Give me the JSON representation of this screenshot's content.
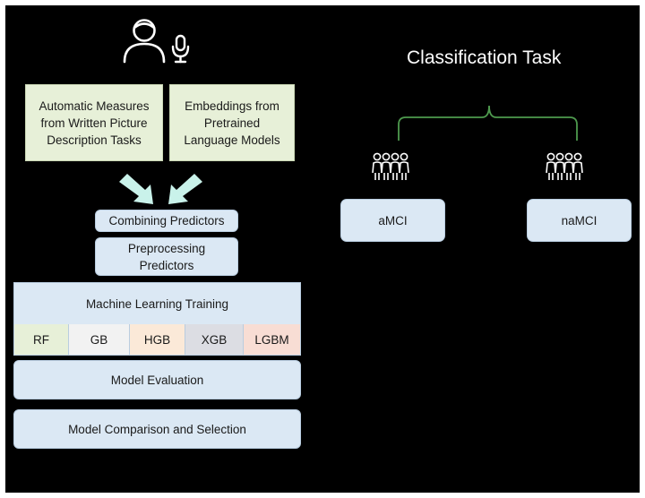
{
  "diagram": {
    "inputs": [
      {
        "label": "Automatic Measures from Written Picture Description Tasks"
      },
      {
        "label": "Embeddings from Pretrained Language Models"
      }
    ],
    "steps": {
      "combining": "Combining Predictors",
      "preprocessing": "Preprocessing Predictors",
      "training": "Machine Learning Training",
      "evaluation": "Model Evaluation",
      "comparison": "Model Comparison and Selection"
    },
    "models": [
      {
        "label": "RF",
        "color": "#e7f0d8"
      },
      {
        "label": "GB",
        "color": "#f2f2f2"
      },
      {
        "label": "HGB",
        "color": "#fbe9d8"
      },
      {
        "label": "XGB",
        "color": "#dcdde3"
      },
      {
        "label": "LGBM",
        "color": "#f8ddd4"
      }
    ],
    "classification": {
      "title": "Classification Task",
      "classes": [
        "aMCI",
        "naMCI"
      ]
    },
    "colors": {
      "background": "#000000",
      "arrow": "#c9f2ea",
      "bracket": "#4e9a4e"
    }
  }
}
